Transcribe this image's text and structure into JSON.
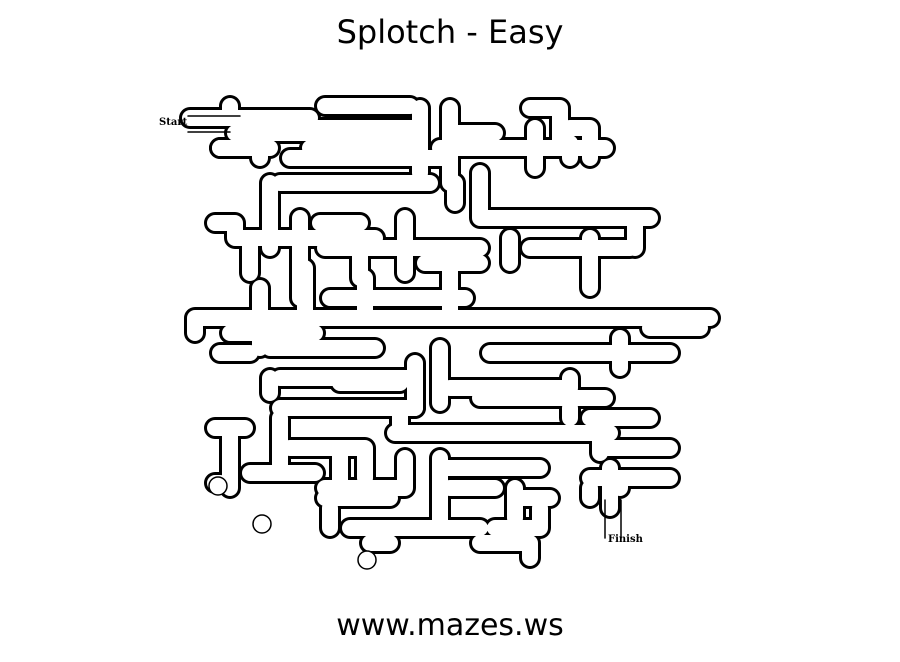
{
  "title": "Splotch - Easy",
  "footer": "www.mazes.ws",
  "maze": {
    "start_label": "Start",
    "finish_label": "Finish",
    "wall_color": "#000000",
    "corridor_color": "#ffffff"
  }
}
